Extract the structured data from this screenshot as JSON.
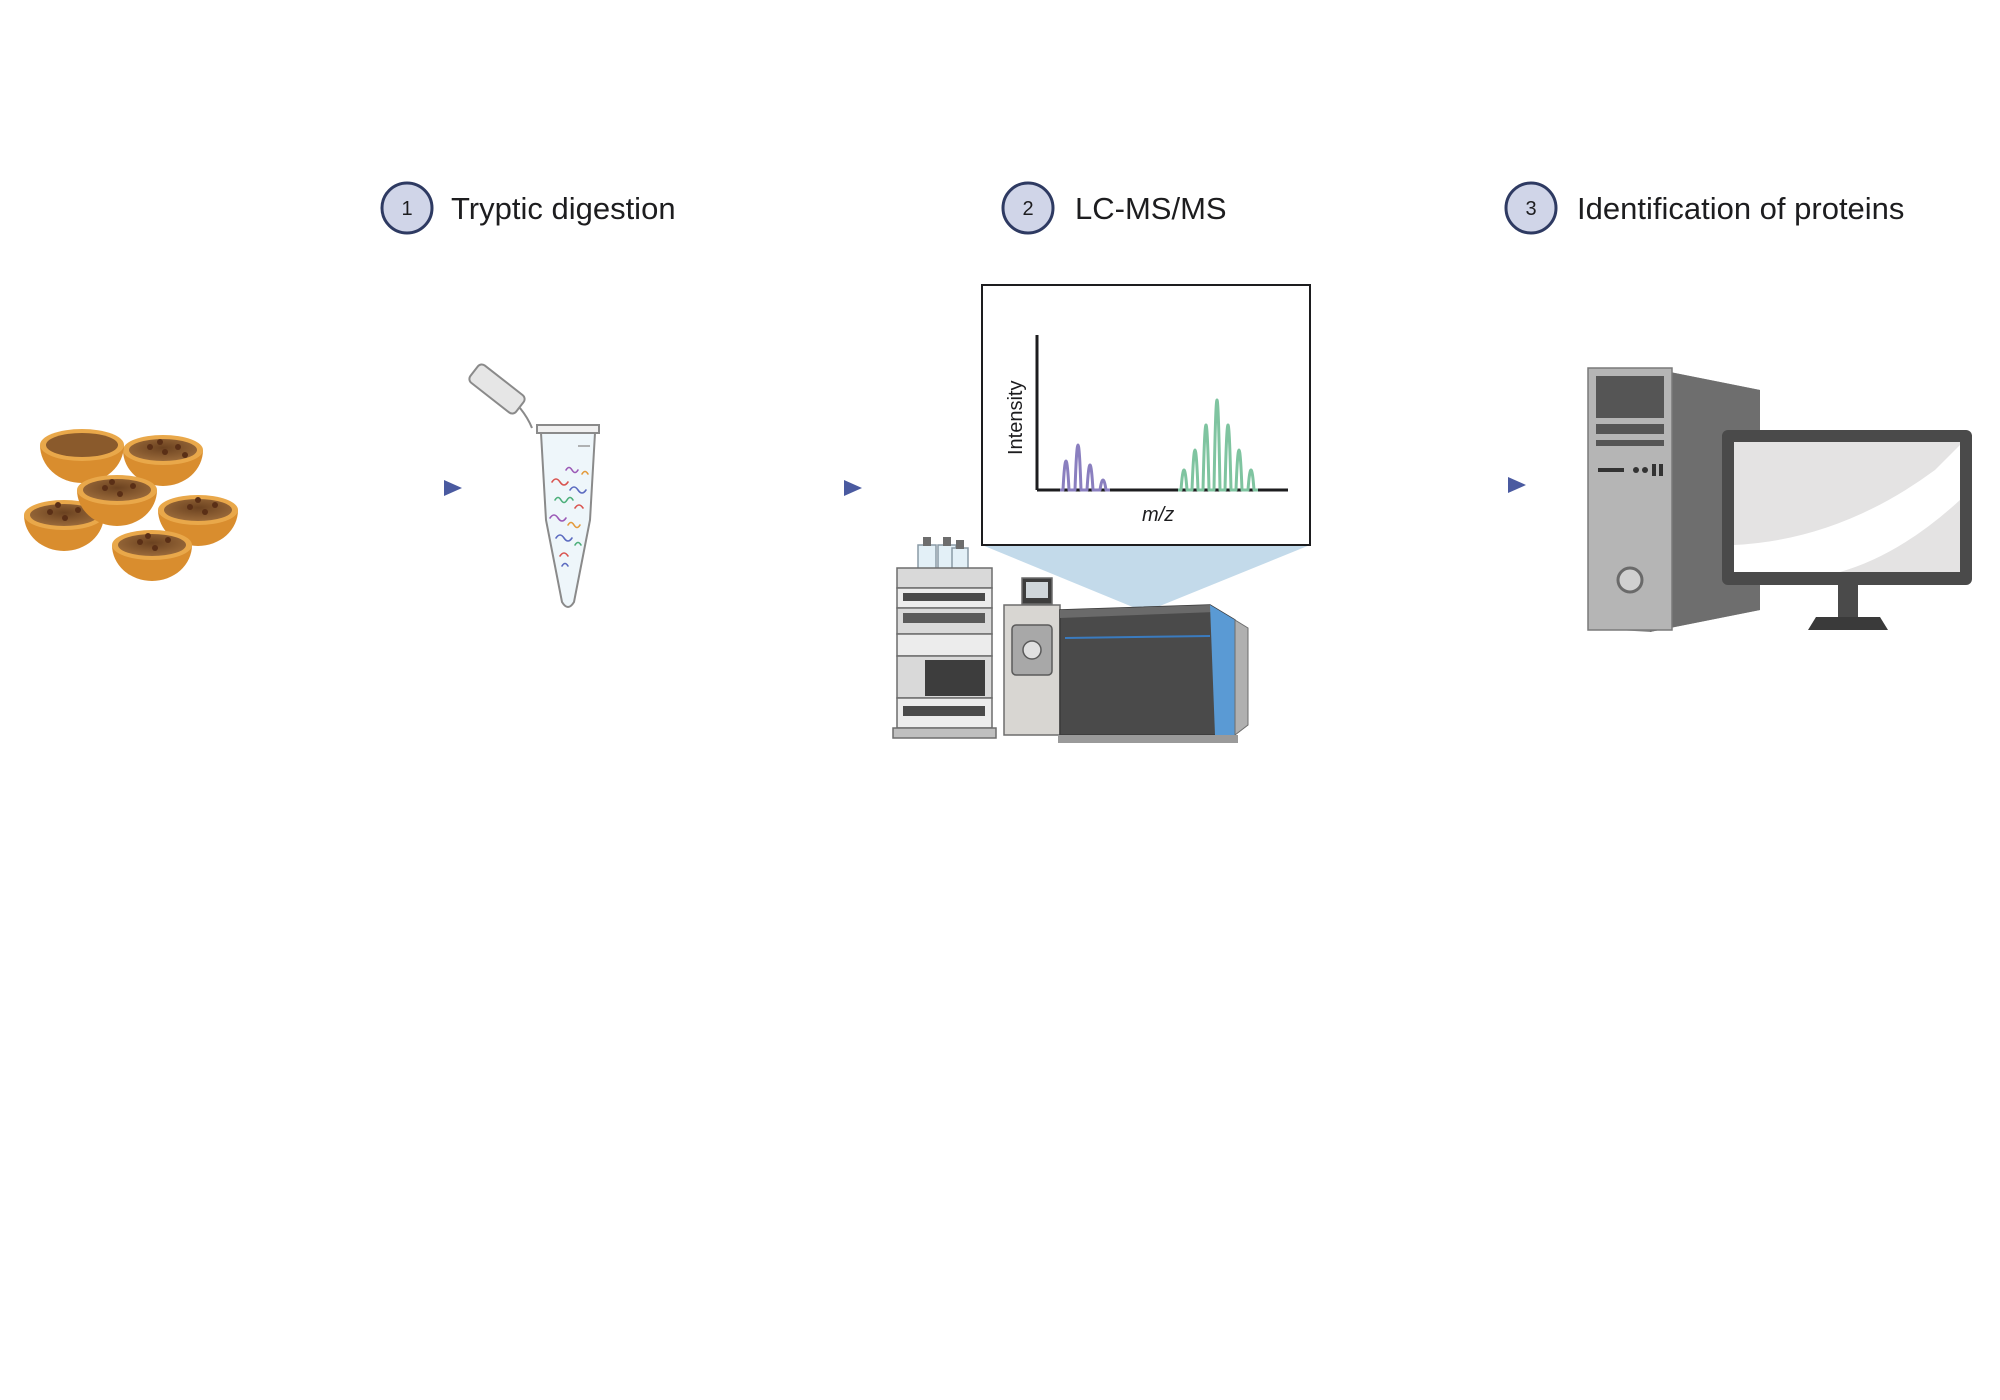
{
  "steps": [
    {
      "number": "1",
      "label": "Tryptic digestion"
    },
    {
      "number": "2",
      "label": "LC-MS/MS"
    },
    {
      "number": "3",
      "label": "Identification of proteins"
    }
  ],
  "spectrum": {
    "y_label": "Intensity",
    "x_label": "m/z"
  },
  "colors": {
    "arrow": "#4a5aa0",
    "step_circle_fill": "#d0d5e8",
    "step_circle_stroke": "#2e3a62",
    "peaks_group_1": "#8a7fbf",
    "peaks_group_2": "#7fc4a0",
    "seed_shell": "#e39a3a",
    "seed_inner": "#8b5a2b"
  },
  "icons": [
    "seed-shells-icon",
    "microcentrifuge-tube-icon",
    "lc-ms-instrument-icon",
    "desktop-computer-icon"
  ]
}
